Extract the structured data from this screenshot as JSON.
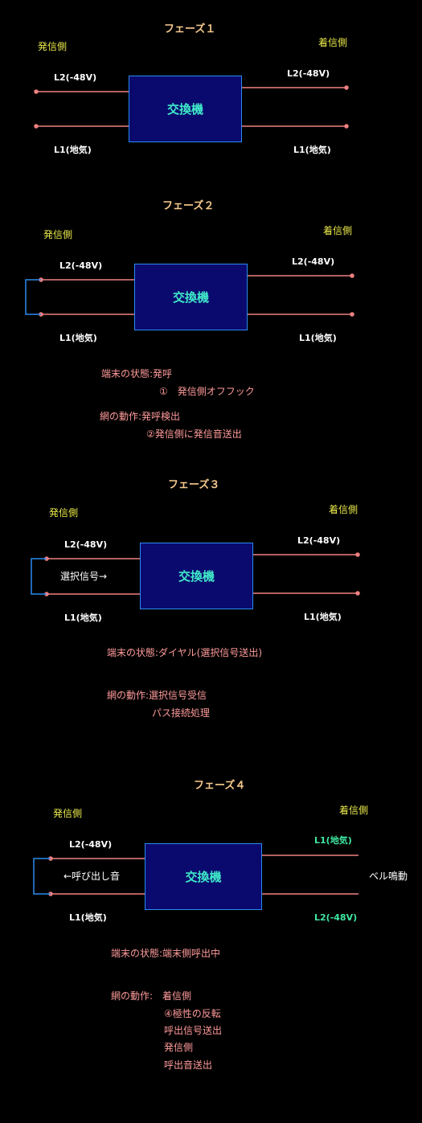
{
  "box_label": "交換機",
  "caller_label": "発信側",
  "callee_label": "着信側",
  "phase1": {
    "title": "フェーズ１",
    "l2_left": "L2(-48V)",
    "l1_left": "L1(地気)",
    "l2_right": "L2(-48V)",
    "l1_right": "L1(地気)"
  },
  "phase2": {
    "title": "フェーズ２",
    "l2_left": "L2(-48V)",
    "l1_left": "L1(地気)",
    "l2_right": "L2(-48V)",
    "l1_right": "L1(地気)",
    "notes": [
      "端末の状態:発呼",
      "①　発信側オフフック",
      "網の動作:発呼検出",
      "②発信側に発信音送出"
    ]
  },
  "phase3": {
    "title": "フェーズ３",
    "l2_left": "L2(-48V)",
    "l1_left": "L1(地気)",
    "l2_right": "L2(-48V)",
    "l1_right": "L1(地気)",
    "signal": "選択信号→",
    "notes": [
      "端末の状態:ダイヤル(選択信号送出)",
      "網の動作:選択信号受信",
      "パス接続処理"
    ]
  },
  "phase4": {
    "title": "フェーズ４",
    "l2_left": "L2(-48V)",
    "l1_left": "L1(地気)",
    "l1_right": "L1(地気)",
    "l2_right": "L2(-48V)",
    "signal_left": "←呼び出し音",
    "signal_right": "ベル鳴動",
    "notes": [
      "端末の状態:端末側呼出中",
      "網の動作:",
      "着信側",
      "④極性の反転",
      "呼出信号送出",
      "発信側",
      "呼出音送出"
    ]
  }
}
